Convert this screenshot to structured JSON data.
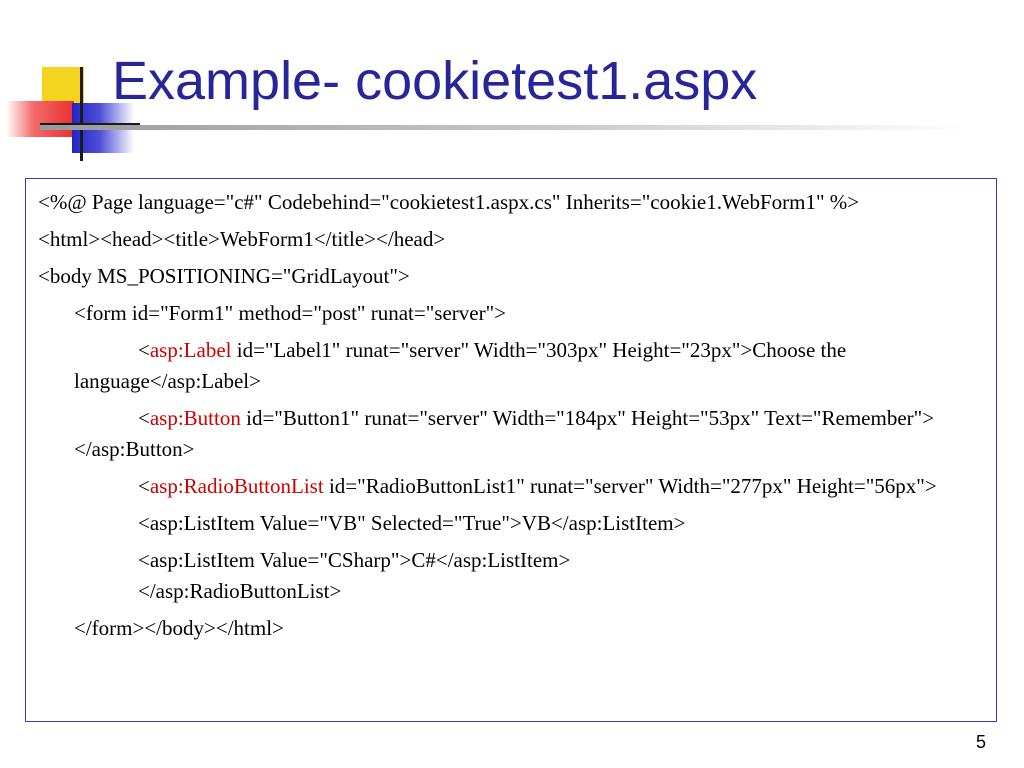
{
  "slide": {
    "title": "Example- cookietest1.aspx",
    "page_number": "5"
  },
  "code": {
    "line1": "<%@ Page language=\"c#\" Codebehind=\"cookietest1.aspx.cs\" Inherits=\"cookie1.WebForm1\" %>",
    "line2": "<html><head><title>WebForm1</title></head>",
    "line3": "<body MS_POSITIONING=\"GridLayout\">",
    "line4": "<form id=\"Form1\" method=\"post\" runat=\"server\">",
    "line5_prefix": "<",
    "line5_tag": "asp:Label",
    "line5_rest": " id=\"Label1\" runat=\"server\" Width=\"303px\" Height=\"23px\">Choose the language</asp:Label>",
    "line6_prefix": "<",
    "line6_tag": "asp:Button",
    "line6_rest": " id=\"Button1\" runat=\"server\" Width=\"184px\" Height=\"53px\" Text=\"Remember\"></asp:Button>",
    "line7_prefix": "<",
    "line7_tag": "asp:RadioButtonList",
    "line7_rest": " id=\"RadioButtonList1\" runat=\"server\" Width=\"277px\" Height=\"56px\">",
    "line8": "<asp:ListItem Value=\"VB\" Selected=\"True\">VB</asp:ListItem>",
    "line9a": "<asp:ListItem Value=\"CSharp\">C#</asp:ListItem>",
    "line9b": "</asp:RadioButtonList>",
    "line10": "</form></body></html>"
  },
  "colors": {
    "title": "#26269a",
    "border": "#3b3bb0",
    "highlight": "#d00000"
  }
}
